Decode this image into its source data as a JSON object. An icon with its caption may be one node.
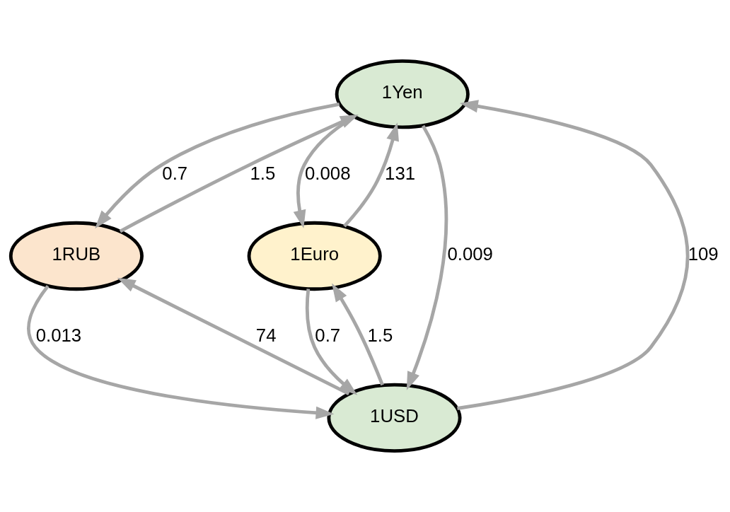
{
  "diagram": {
    "nodes": [
      {
        "text": [
          "1Yen"
        ]
      },
      {
        "text": [
          "1RUB"
        ]
      },
      {
        "text": [
          "1Euro"
        ]
      },
      {
        "text": [
          "1USD"
        ]
      }
    ],
    "edges": [
      {
        "from": 2,
        "to": 0,
        "arrow": "to",
        "label": "131"
      },
      {
        "from": 1,
        "to": 0,
        "arrow": "to",
        "label": "1.5"
      },
      {
        "from": 0,
        "to": 1,
        "arrow": "to",
        "label": "0.7"
      },
      {
        "from": 0,
        "to": 2,
        "arrow": "to",
        "label": "0.008"
      },
      {
        "from": 3,
        "to": 0,
        "arrow": "to",
        "label": "109"
      },
      {
        "from": 0,
        "to": 3,
        "arrow": "to",
        "label": "0.009"
      },
      {
        "from": 2,
        "to": 3,
        "arrow": "to",
        "label": "0.7"
      },
      {
        "from": 1,
        "to": 3,
        "arrow": "to",
        "label": "0.013"
      },
      {
        "from": 3,
        "to": 2,
        "arrow": "to",
        "label": "1.5"
      },
      {
        "from": 3,
        "to": 1,
        "arrow": "to",
        "label": "74"
      }
    ]
  }
}
